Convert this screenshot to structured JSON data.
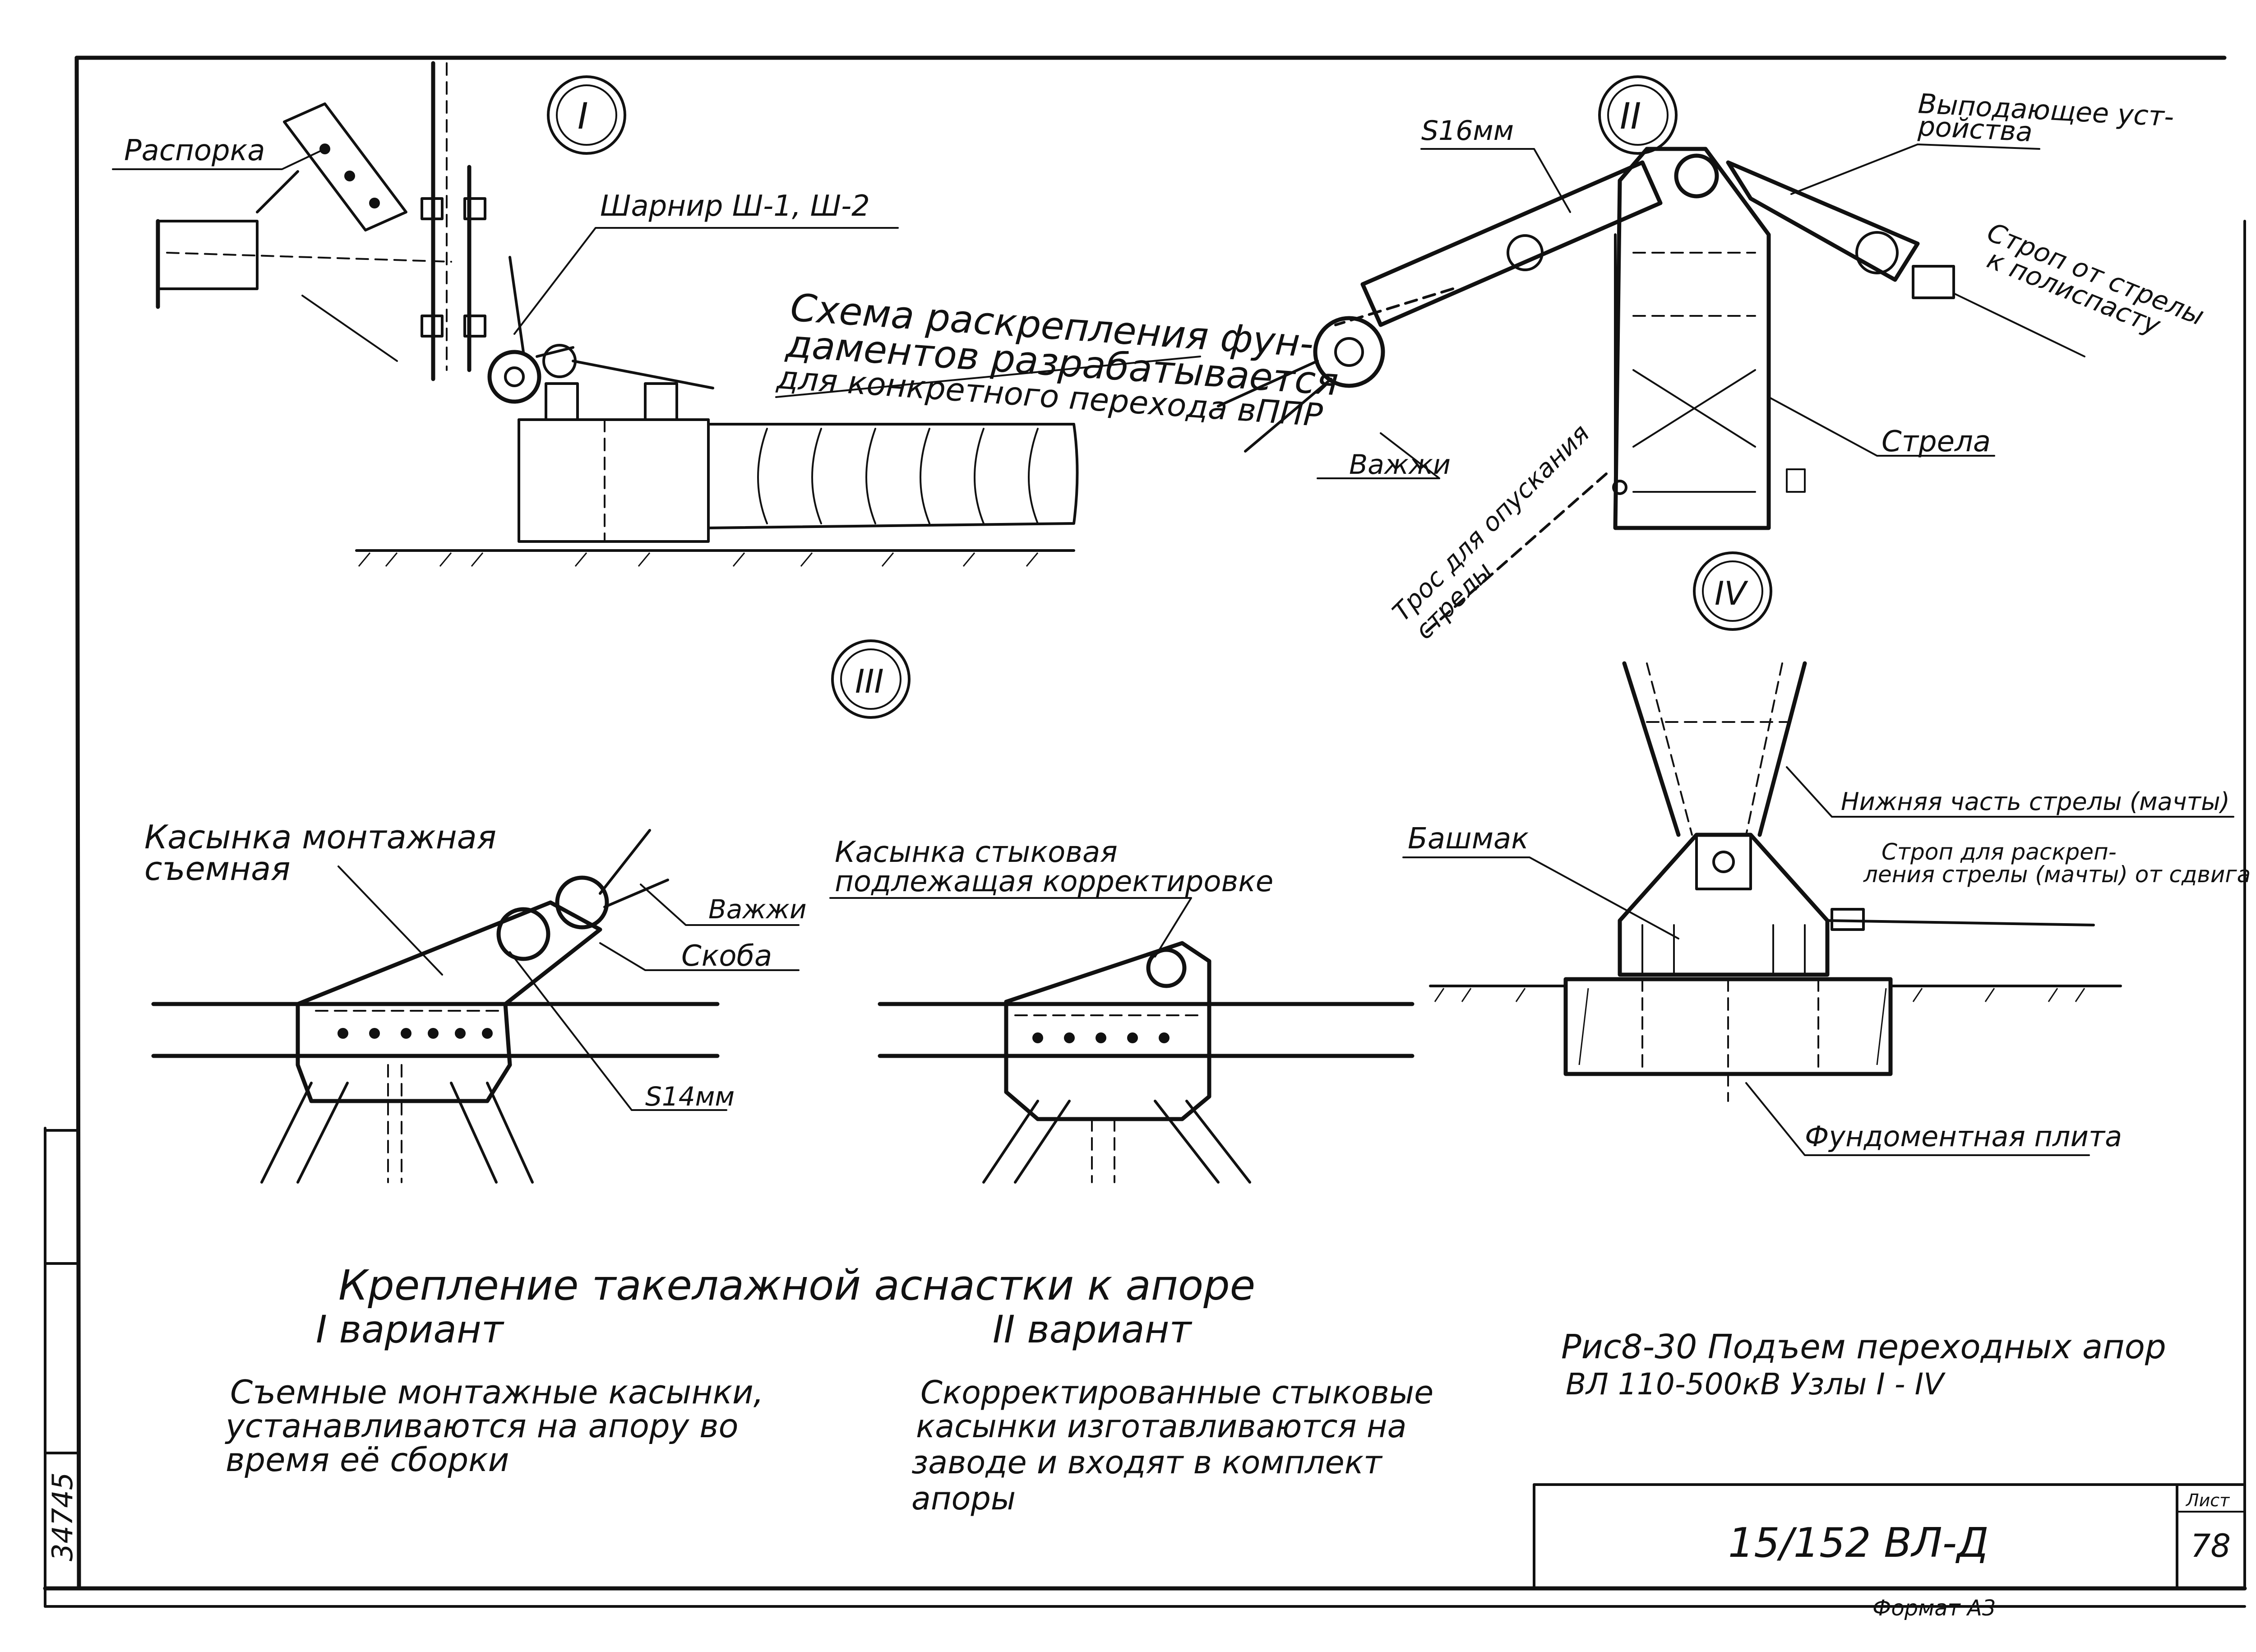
{
  "nodes": {
    "n1": "I",
    "n2": "II",
    "n3": "III",
    "n4": "IV"
  },
  "node1": {
    "rasporka": "Распорка",
    "sharnir": "Шарнир Ш-1, Ш-2",
    "note_l1": "Схема раскрепления фун-",
    "note_l2": "даментов разрабатывается",
    "note_l3": "для конкретного перехода вППР"
  },
  "node2": {
    "s16": "S16мм",
    "vypad_l1": "Выподающее уст-",
    "vypad_l2": "ройства",
    "strop_l1": "Строп от стрелы",
    "strop_l2": "к полиспасту",
    "vazhi": "Важжи",
    "strela": "Стрела",
    "tros_l1": "Трос для опускания",
    "tros_l2": "стрелы"
  },
  "node3": {
    "kos_mont_l1": "Касынка монтажная",
    "kos_mont_l2": "съемная",
    "vazhi": "Важжи",
    "skoba": "Скоба",
    "s14": "S14мм",
    "kos_styk_l1": "Касынка стыковая",
    "kos_styk_l2": "подлежащая корректировке"
  },
  "node4": {
    "nizh": "Нижняя часть стрелы (мачты)",
    "bashmak": "Башмак",
    "strop_l1": "Строп для раскреп-",
    "strop_l2": "ления стрелы (мачты) от сдвига",
    "plita": "Фундоментная плита"
  },
  "caption": {
    "title": "Крепление такелажной аснастки к апоре",
    "v1_head": "I вариант",
    "v1_l1": "Съемные монтажные касынки,",
    "v1_l2": "устанавливаются на апору во",
    "v1_l3": "время её сборки",
    "v2_head": "II вариант",
    "v2_l1": "Скорректированные стыковые",
    "v2_l2": "касынки изготавливаются на",
    "v2_l3": "заводе и входят в комплект",
    "v2_l4": "апоры",
    "fig_l1": "Рис8-30 Подъем переходных апор",
    "fig_l2": "ВЛ 110-500кВ  Узлы I - IV"
  },
  "stamp": {
    "doc_code": "15/152 ВЛ-Д",
    "sheet_label": "Лист",
    "sheet_no": "78",
    "format": "Формат А3",
    "inv_no": "34745"
  }
}
